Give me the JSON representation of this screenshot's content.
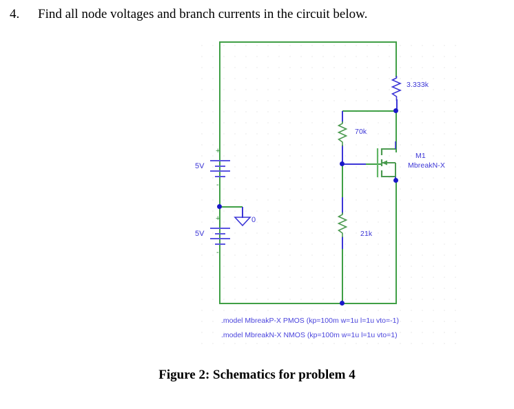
{
  "question": {
    "number": "4.",
    "text": "Find all node voltages and branch currents in the circuit below."
  },
  "schematic": {
    "sources": [
      {
        "name": "v-source-top",
        "label": "5V",
        "plus": "+",
        "minus": "-"
      },
      {
        "name": "v-source-bottom",
        "label": "5V",
        "plus": "+",
        "minus": "-"
      }
    ],
    "ground": {
      "label": "0"
    },
    "resistors": [
      {
        "name": "r-3333k",
        "label": "3.333k"
      },
      {
        "name": "r-70k",
        "label": "70k"
      },
      {
        "name": "r-21k",
        "label": "21k"
      }
    ],
    "transistor": {
      "ref": "M1",
      "model": "MbreakN-X"
    },
    "model_lines": [
      ".model MbreakP-X PMOS (kp=100m w=1u l=1u vto=-1)",
      ".model MbreakN-X NMOS (kp=100m w=1u l=1u vto=1)"
    ],
    "colors": {
      "wire_green": "#3f9f45",
      "wire_blue": "#3b35d6",
      "label_blue": "#3b35d6",
      "node_dot": "#1a18c8",
      "sign_green": "#2f8f38",
      "grid_dot": "#c9c9c9"
    }
  },
  "caption": "Figure 2: Schematics for problem 4"
}
